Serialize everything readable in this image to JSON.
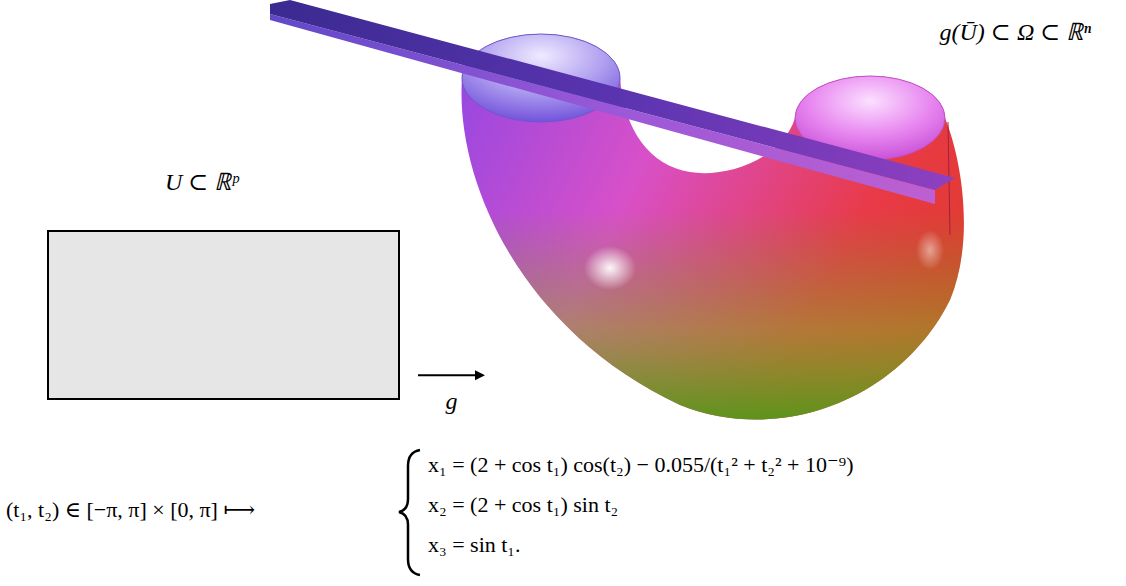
{
  "diagram": {
    "nodes": [
      {
        "text": [
          "U ⊂ ℝᵖ"
        ]
      },
      {
        "text": [
          "g(Ū) ⊂ Ω ⊂ ℝⁿ"
        ]
      }
    ],
    "edges": [
      {
        "from": 0,
        "to": 1,
        "arrow": "to",
        "label": "g"
      }
    ],
    "labels": [
      "(t₁, t₂) ∈ [−π, π] × [0, π] ⟼",
      "x₁ = (2 + cos t₁) cos(t₂) − 0.055/(t₁² + t₂² + 10⁻⁹)",
      "x₂ = (2 + cos t₁) sin t₂",
      "x₃ = sin t₁."
    ]
  }
}
